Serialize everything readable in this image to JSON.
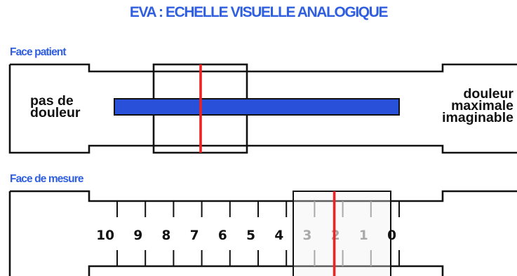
{
  "title": "EVA : ECHELLE VISUELLE ANALOGIQUE",
  "face_patient": {
    "title": "Face patient",
    "label_left": [
      "pas de",
      "douleur"
    ],
    "label_right": [
      "douleur",
      "maximale",
      "imaginable"
    ]
  },
  "face_mesure": {
    "title": "Face de mesure",
    "scale": [
      "10",
      "9",
      "8",
      "7",
      "6",
      "5",
      "4",
      "3",
      "2",
      "1",
      "0"
    ],
    "cursor_value": 2
  },
  "colors": {
    "title": "#2f5fe0",
    "bar": "#2850d8",
    "cursor": "#ee2222",
    "outline": "#111111",
    "covered_numbers": "#a9a9a9"
  }
}
